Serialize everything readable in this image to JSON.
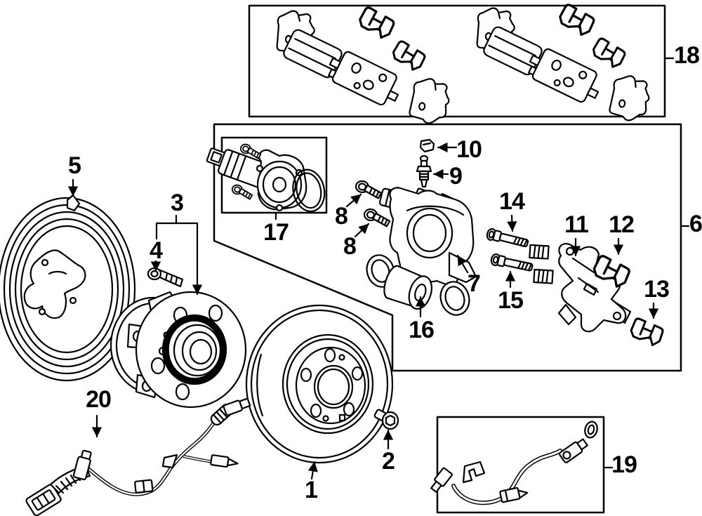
{
  "diagram": {
    "background_color": "#ffffff",
    "line_color": "#000000",
    "callouts": {
      "c1": "1",
      "c2": "2",
      "c3": "3",
      "c4": "4",
      "c5": "5",
      "c6": "6",
      "c7": "7",
      "c8a": "8",
      "c8b": "8",
      "c9": "9",
      "c10": "10",
      "c11": "11",
      "c12": "12",
      "c13": "13",
      "c14": "14",
      "c15": "15",
      "c16": "16",
      "c17": "17",
      "c18": "18",
      "c19": "19",
      "c20": "20"
    }
  }
}
